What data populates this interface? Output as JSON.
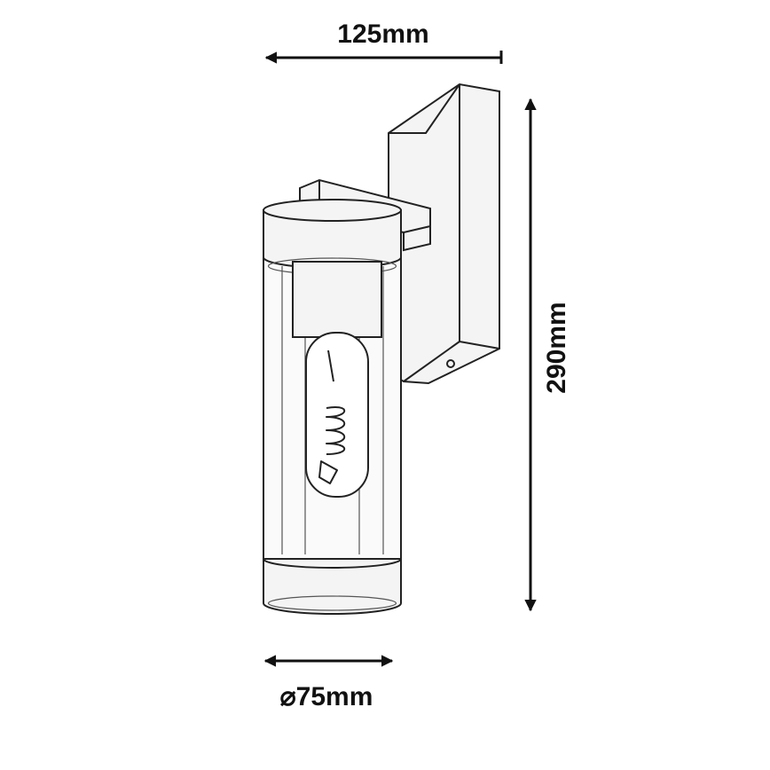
{
  "dimensions": {
    "width_label": "125mm",
    "height_label": "290mm",
    "diameter_label": "⌀75mm"
  },
  "colors": {
    "line": "#111111",
    "background": "#ffffff"
  }
}
